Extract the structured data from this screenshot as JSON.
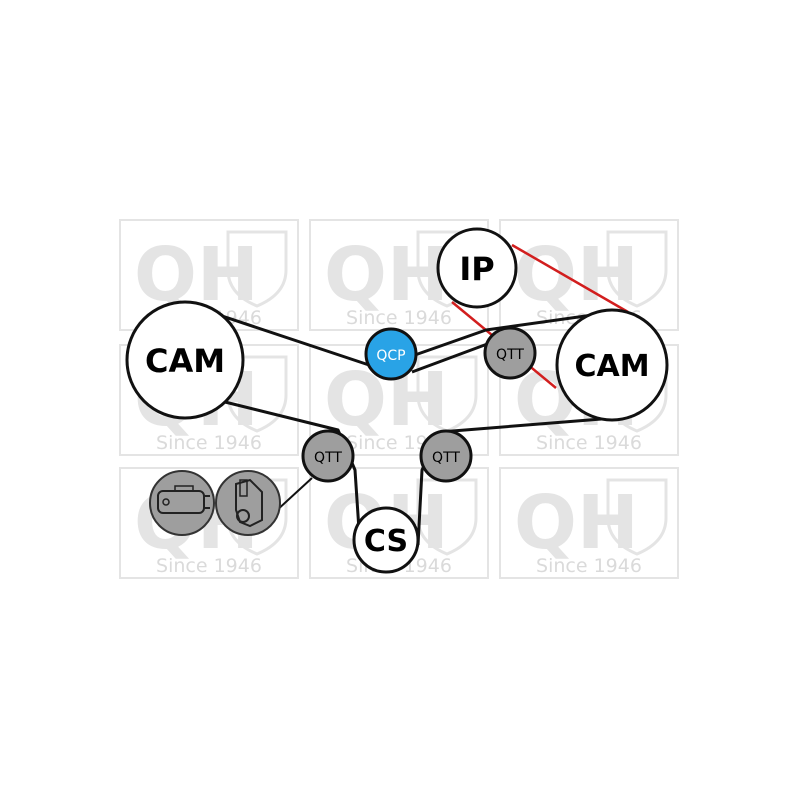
{
  "watermark": {
    "logo_text": "QH",
    "tagline": "Since 1946"
  },
  "colors": {
    "belt": "#111111",
    "secondary_belt": "#d21e1e",
    "qcp_fill": "#29a3e6",
    "idler_fill": "#9e9e9e",
    "pulley_fill": "#ffffff",
    "watermark": "#e4e4e4"
  },
  "components": {
    "cam_left": "CAM",
    "cam_right": "CAM",
    "ip": "IP",
    "qcp": "QCP",
    "qtt_top_right": "QTT",
    "qtt_left": "QTT",
    "qtt_right": "QTT",
    "cs": "CS"
  },
  "icons": [
    "tensioner-damper-icon",
    "tensioner-arm-icon"
  ]
}
